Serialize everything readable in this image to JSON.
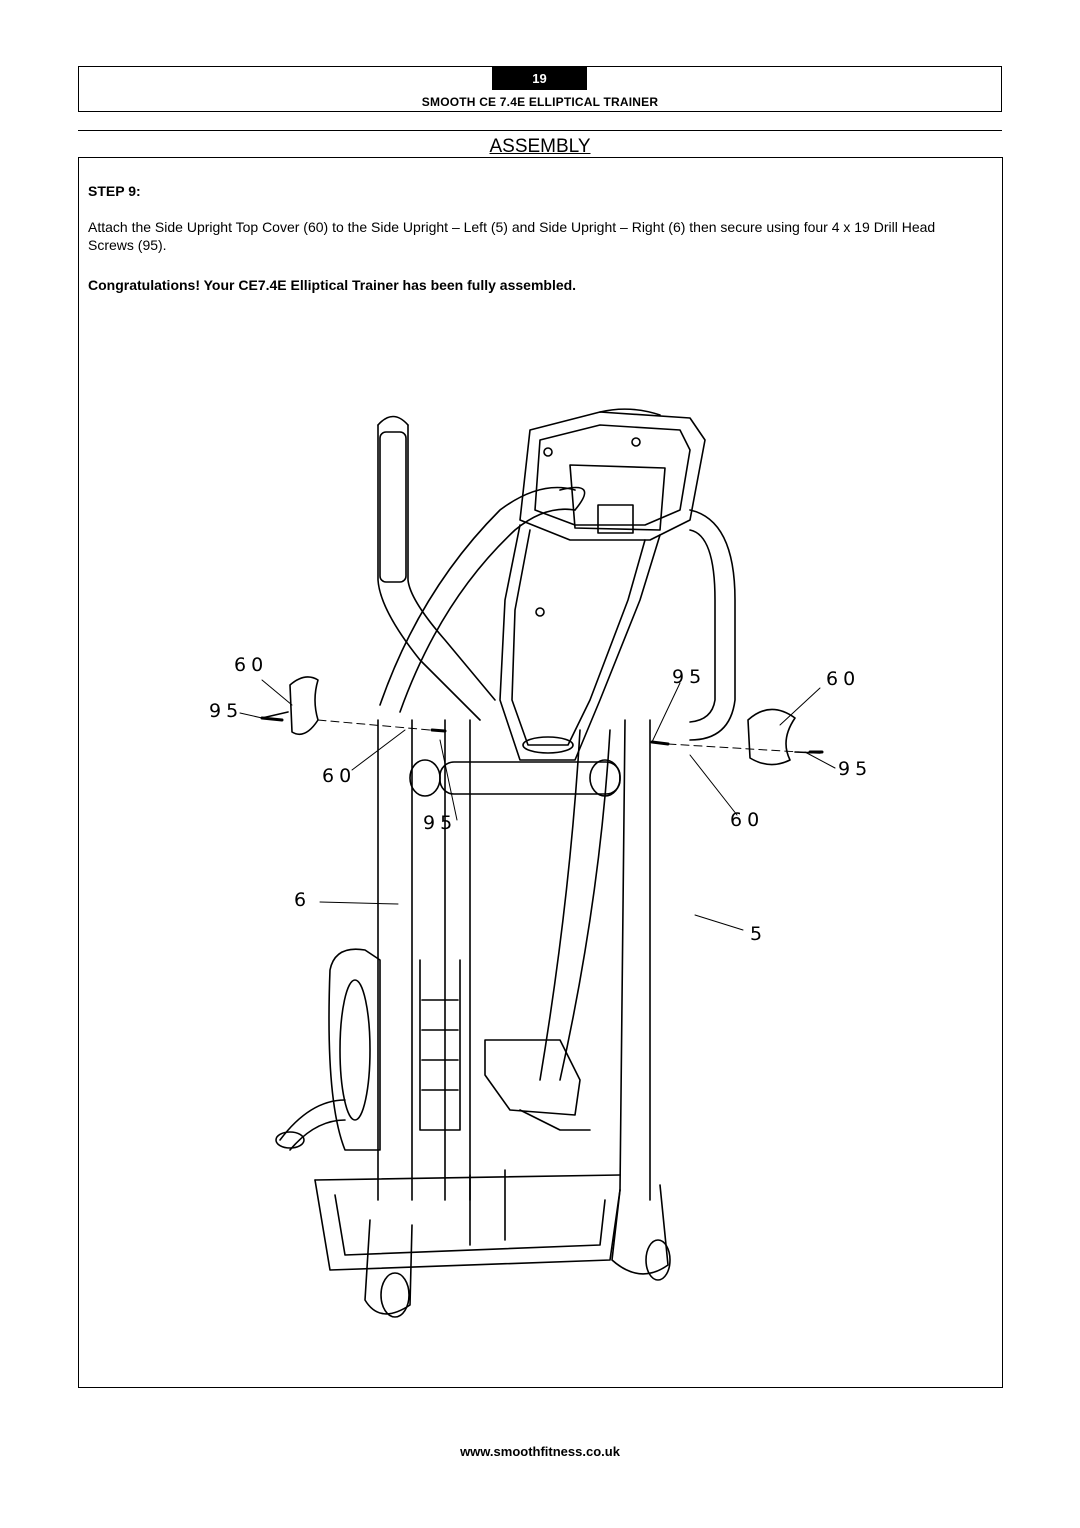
{
  "header": {
    "page_number": "19",
    "document_title": "SMOOTH CE 7.4E ELLIPTICAL TRAINER"
  },
  "section_title": "ASSEMBLY",
  "step": {
    "heading": "STEP 9:",
    "instructions": "Attach the Side Upright Top Cover (60) to the Side Upright – Left (5) and Side Upright – Right (6) then secure using four 4 x 19 Drill Head Screws (95).",
    "congratulations": "Congratulations!  Your CE7.4E Elliptical Trainer has been fully assembled."
  },
  "figure": {
    "callouts": {
      "top_left_cover": "60",
      "top_left_screw": "95",
      "top_right_screw": "95",
      "top_right_cover": "60",
      "mid_left_cover": "60",
      "right_screw": "95",
      "mid_screw": "95",
      "right_cover": "60",
      "right_upright": "6",
      "left_upright": "5"
    }
  },
  "footer": {
    "website": "www.smoothfitness.co.uk"
  }
}
